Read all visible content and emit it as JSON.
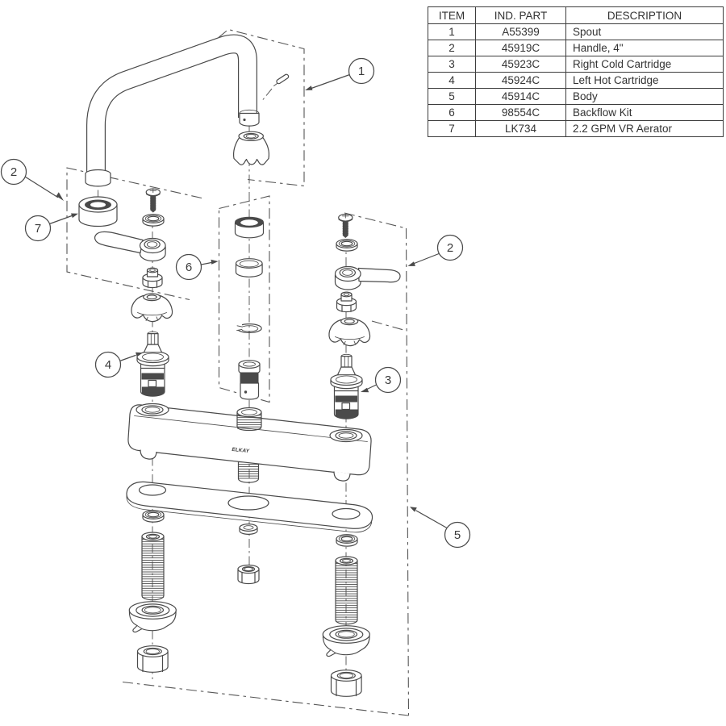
{
  "parts_table": {
    "headers": [
      "ITEM",
      "IND. PART",
      "DESCRIPTION"
    ],
    "rows": [
      {
        "item": "1",
        "part": "A55399",
        "desc": "Spout"
      },
      {
        "item": "2",
        "part": "45919C",
        "desc": "Handle, 4\""
      },
      {
        "item": "3",
        "part": "45923C",
        "desc": "Right Cold Cartridge"
      },
      {
        "item": "4",
        "part": "45924C",
        "desc": "Left Hot Cartridge"
      },
      {
        "item": "5",
        "part": "45914C",
        "desc": "Body"
      },
      {
        "item": "6",
        "part": "98554C",
        "desc": "Backflow Kit"
      },
      {
        "item": "7",
        "part": "LK734",
        "desc": "2.2 GPM VR Aerator"
      }
    ]
  },
  "diagram": {
    "brand_label": "ELKAY",
    "ink_color": "#4a4a4a",
    "callouts": [
      {
        "label": "1"
      },
      {
        "label": "2"
      },
      {
        "label": "7"
      },
      {
        "label": "6"
      },
      {
        "label": "2"
      },
      {
        "label": "3"
      },
      {
        "label": "4"
      },
      {
        "label": "5"
      }
    ]
  }
}
